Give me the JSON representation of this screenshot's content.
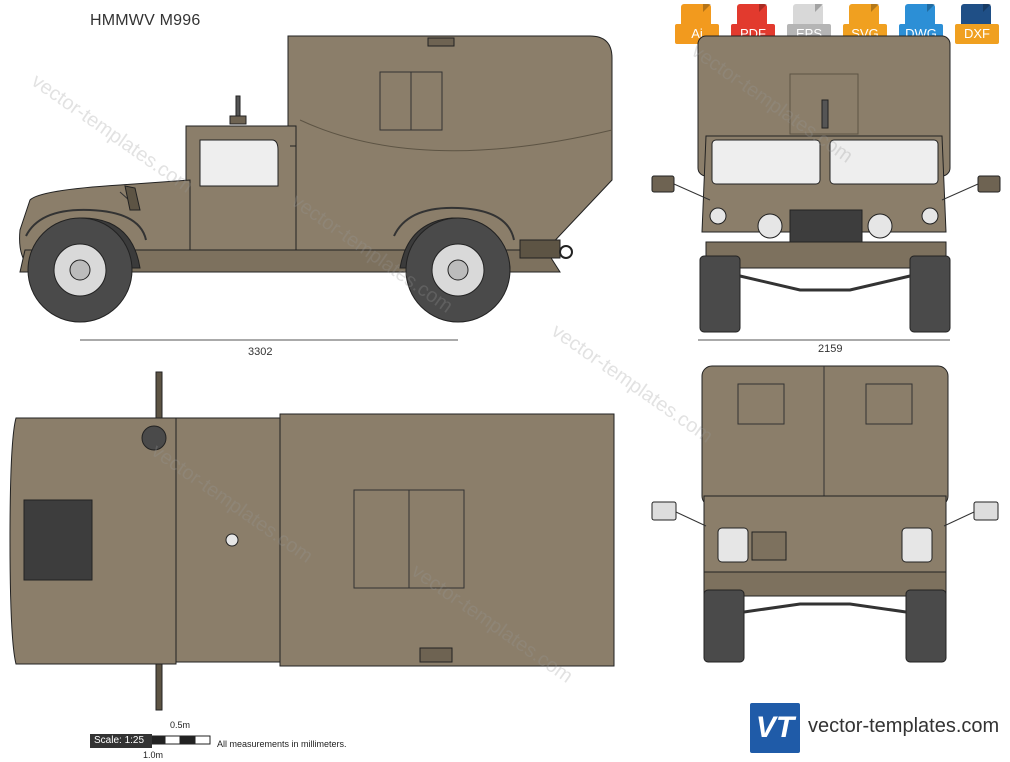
{
  "title": "HMMWV M996",
  "formats": [
    {
      "label": "Ai",
      "color": "#f29a1e"
    },
    {
      "label": "PDF",
      "color": "#e23a2e"
    },
    {
      "label": "EPS",
      "color": "#c9c9c9"
    },
    {
      "label": "SVG",
      "color": "#f0a020"
    },
    {
      "label": "DWG",
      "color": "#2c8fd6"
    },
    {
      "label": "DXF",
      "color": "#1f4f86"
    }
  ],
  "dimensions": {
    "length": "3302",
    "width": "2159"
  },
  "scale": {
    "label": "Scale: 1:25",
    "half_meter": "0.5m",
    "one_meter": "1.0m",
    "note": "All measurements in millimeters."
  },
  "brand": {
    "logo_text": "VT",
    "site": "vector-templates.com"
  },
  "watermark_text": "vector-templates.com",
  "colors": {
    "body": "#8b7e6a",
    "body_dark": "#6e6352",
    "tire": "#4a4a4a",
    "glass": "#eeeeee",
    "outline": "#222222"
  }
}
